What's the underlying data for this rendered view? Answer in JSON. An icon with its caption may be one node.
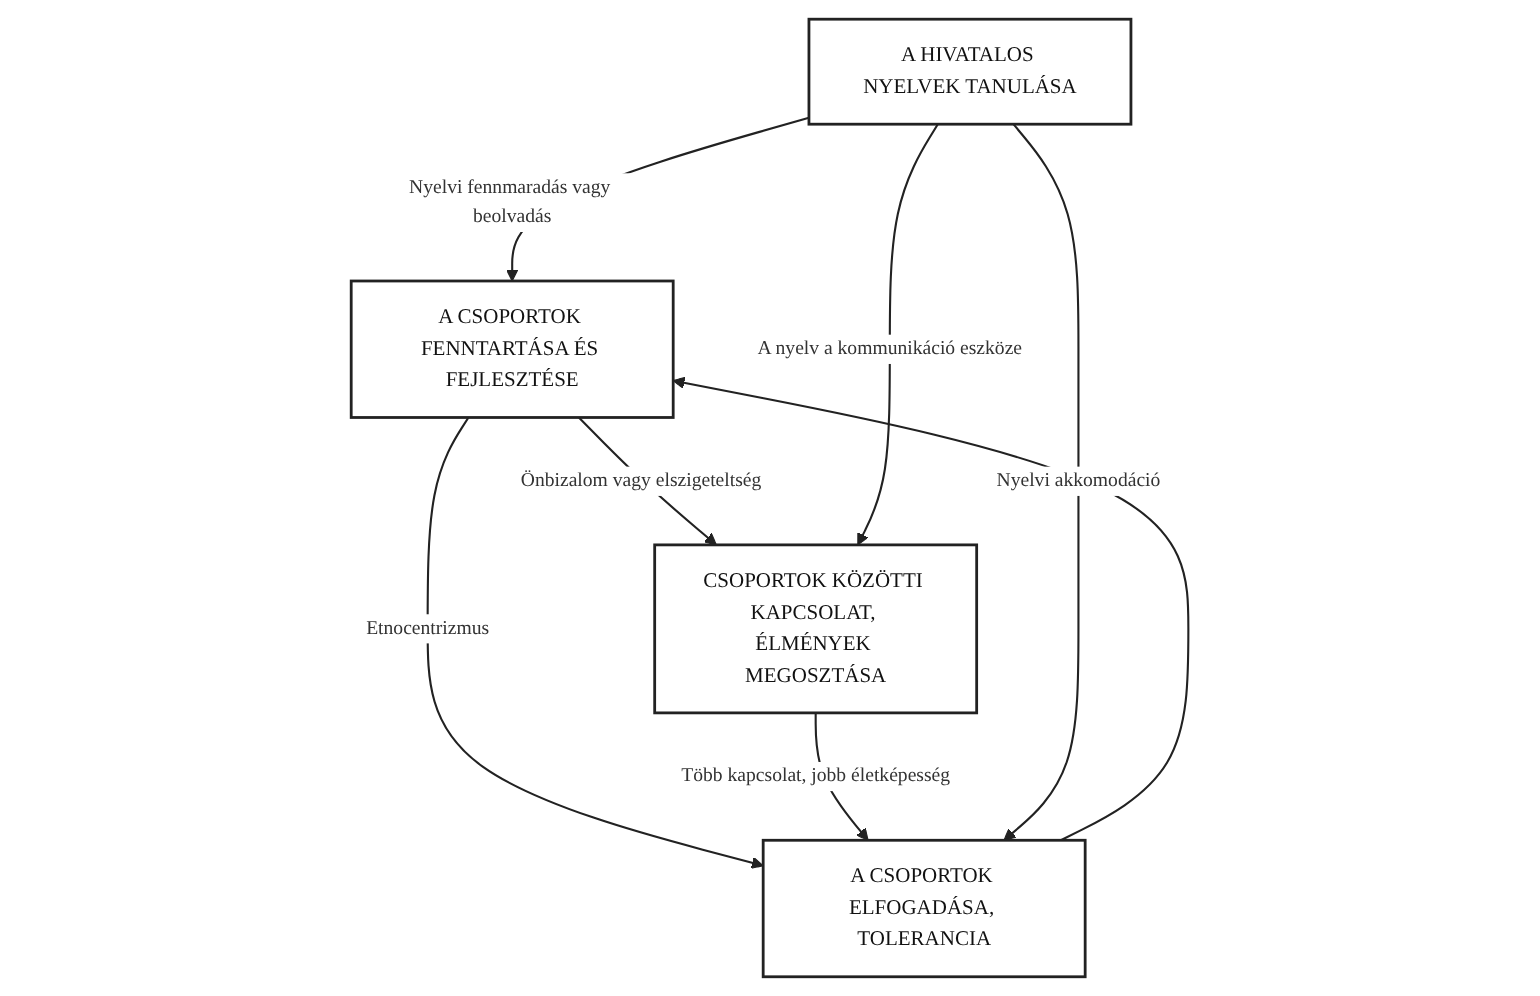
{
  "diagram": {
    "nodes": [
      {
        "text": [
          "A CSOPORTOK FENNTARTÁSA ÉS FEJLESZTÉSE"
        ]
      },
      {
        "text": [
          "A CSOPORTOK ELFOGADÁSA, TOLERANCIA"
        ]
      },
      {
        "text": [
          "CSOPORTOK KÖZÖTTI KAPCSOLAT, ÉLMÉNYEK MEGOSZTÁSA"
        ]
      },
      {
        "text": [
          "A HIVATALOS NYELVEK TANULÁSA"
        ]
      }
    ],
    "edges": [
      {
        "from": 0,
        "to": 1,
        "arrow": "to",
        "label": "Etnocentrizmus"
      },
      {
        "from": 1,
        "to": 0,
        "arrow": "to"
      },
      {
        "from": 0,
        "to": 2,
        "arrow": "to",
        "label": "Önbizalom vagy elszigeteltség"
      },
      {
        "from": 2,
        "to": 1,
        "arrow": "to",
        "label": "Több kapcsolat, jobb életképesség"
      },
      {
        "from": 3,
        "to": 0,
        "arrow": "to",
        "label": "Nyelvi fennmaradás vagy beolvadás"
      },
      {
        "from": 3,
        "to": 1,
        "arrow": "to",
        "label": "Nyelvi akkomodáció"
      },
      {
        "from": 3,
        "to": 2,
        "arrow": "to",
        "label": "A nyelv a kommunikáció eszköze"
      }
    ]
  }
}
